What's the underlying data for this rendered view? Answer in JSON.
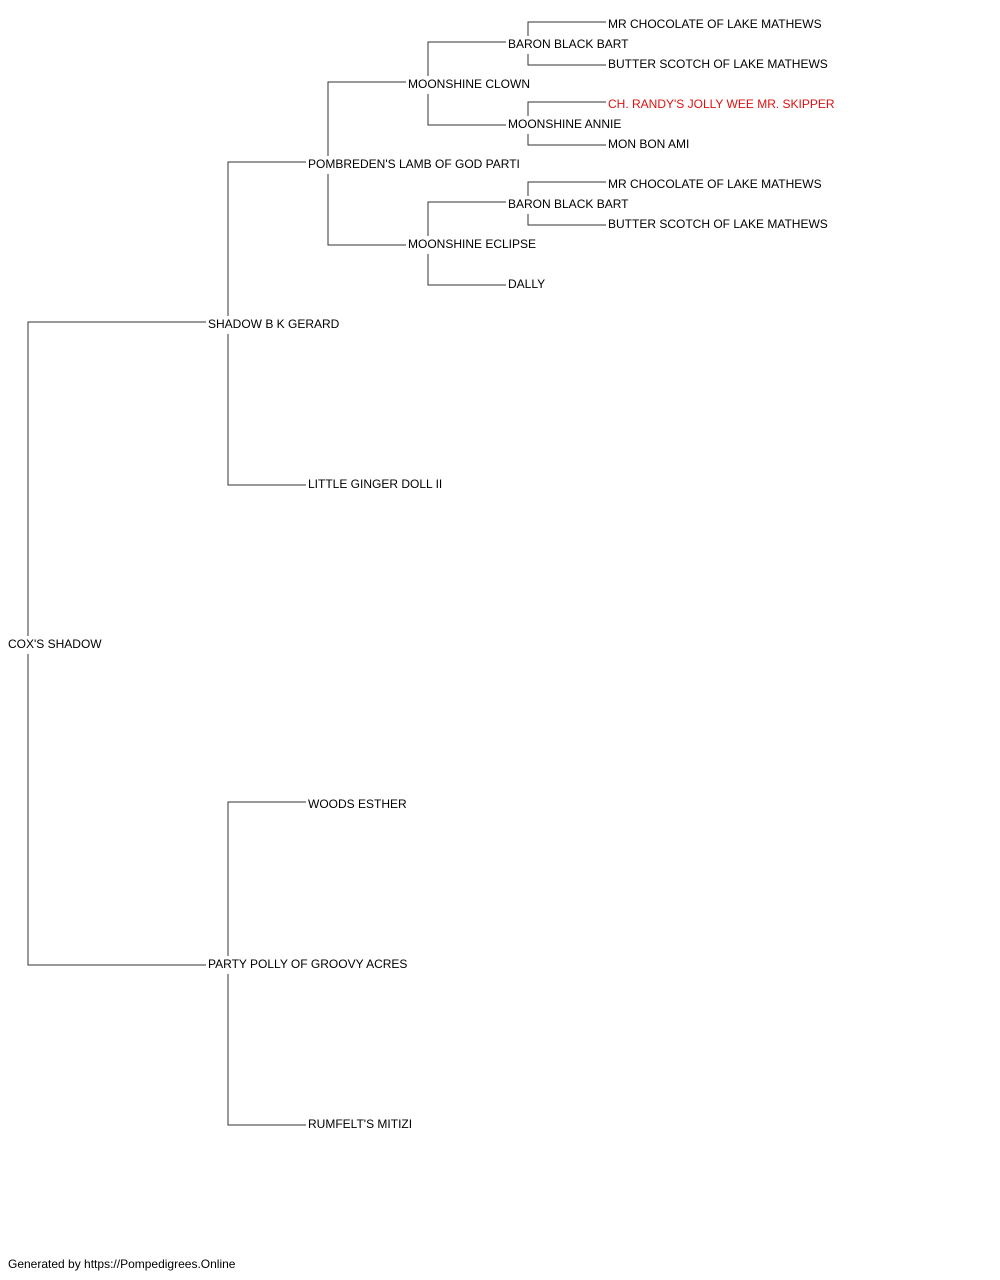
{
  "colors": {
    "line": "#333333",
    "text": "#000000",
    "champion": "#dd1111"
  },
  "pedigree": {
    "subject": "COX'S SHADOW",
    "sire": "SHADOW B K GERARD",
    "sire_sire": "POMBREDEN'S LAMB OF GOD PARTI",
    "sire_sire_sire": "MOONSHINE CLOWN",
    "sire_sire_sire_sire": "BARON BLACK BART",
    "sire_sire_sire_sire_sire": "MR CHOCOLATE OF LAKE MATHEWS",
    "sire_sire_sire_sire_dam": "BUTTER SCOTCH OF LAKE MATHEWS",
    "sire_sire_sire_dam": "MOONSHINE ANNIE",
    "sire_sire_sire_dam_sire": "CH. RANDY'S JOLLY WEE MR. SKIPPER",
    "sire_sire_sire_dam_dam": "MON BON AMI",
    "sire_sire_dam": "MOONSHINE ECLIPSE",
    "sire_sire_dam_sire": "BARON BLACK BART",
    "sire_sire_dam_sire_sire": "MR CHOCOLATE OF LAKE MATHEWS",
    "sire_sire_dam_sire_dam": "BUTTER SCOTCH OF LAKE MATHEWS",
    "sire_sire_dam_dam": "DALLY",
    "sire_dam": "LITTLE GINGER DOLL II",
    "dam": "PARTY POLLY OF GROOVY ACRES",
    "dam_sire": "WOODS ESTHER",
    "dam_dam": "RUMFELT'S MITIZI"
  },
  "footer": "Generated by https://Pompedigrees.Online"
}
